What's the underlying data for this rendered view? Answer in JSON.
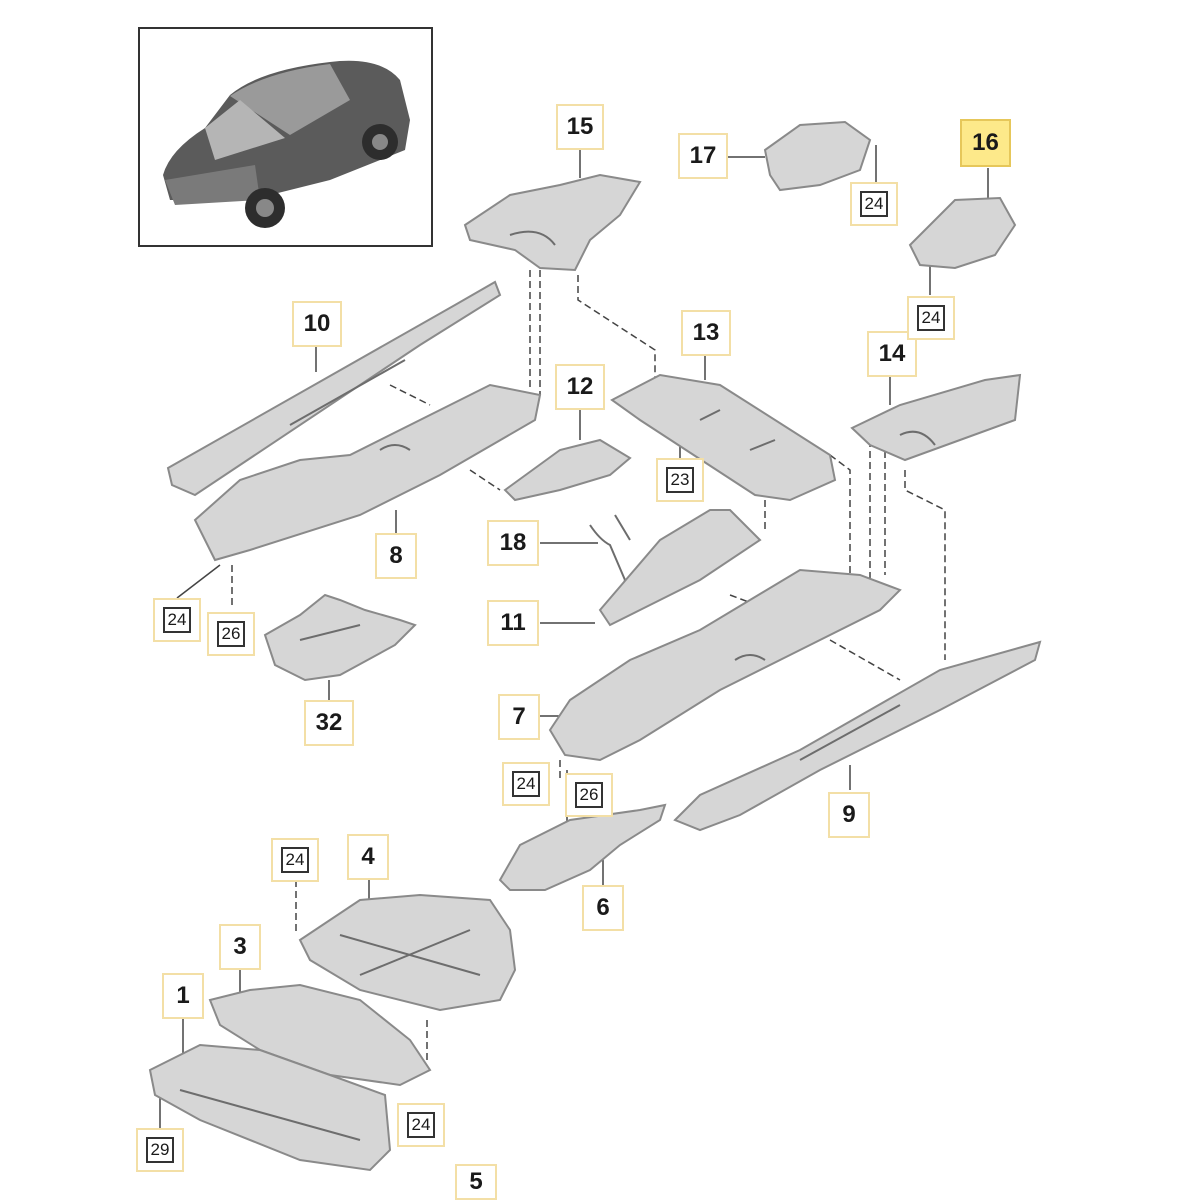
{
  "labels": [
    {
      "id": "15",
      "text": "15"
    },
    {
      "id": "17",
      "text": "17"
    },
    {
      "id": "16",
      "text": "16",
      "highlight": true
    },
    {
      "id": "10",
      "text": "10"
    },
    {
      "id": "13",
      "text": "13"
    },
    {
      "id": "14",
      "text": "14"
    },
    {
      "id": "12",
      "text": "12"
    },
    {
      "id": "8",
      "text": "8"
    },
    {
      "id": "18",
      "text": "18"
    },
    {
      "id": "11",
      "text": "11"
    },
    {
      "id": "32",
      "text": "32"
    },
    {
      "id": "7",
      "text": "7"
    },
    {
      "id": "9",
      "text": "9"
    },
    {
      "id": "4",
      "text": "4"
    },
    {
      "id": "6",
      "text": "6"
    },
    {
      "id": "3",
      "text": "3"
    },
    {
      "id": "1",
      "text": "1"
    },
    {
      "id": "5",
      "text": "5"
    }
  ],
  "refs": [
    {
      "id": "r24a",
      "text": "24"
    },
    {
      "id": "r24b",
      "text": "24"
    },
    {
      "id": "r23",
      "text": "23"
    },
    {
      "id": "r24c",
      "text": "24"
    },
    {
      "id": "r26a",
      "text": "26"
    },
    {
      "id": "r24d",
      "text": "24"
    },
    {
      "id": "r26b",
      "text": "26"
    },
    {
      "id": "r24e",
      "text": "24"
    },
    {
      "id": "r24f",
      "text": "24"
    },
    {
      "id": "r29",
      "text": "29"
    }
  ],
  "colors": {
    "highlight": "#fde98a",
    "label_border": "#f3dfa6",
    "part_fill": "#d6d6d6"
  }
}
